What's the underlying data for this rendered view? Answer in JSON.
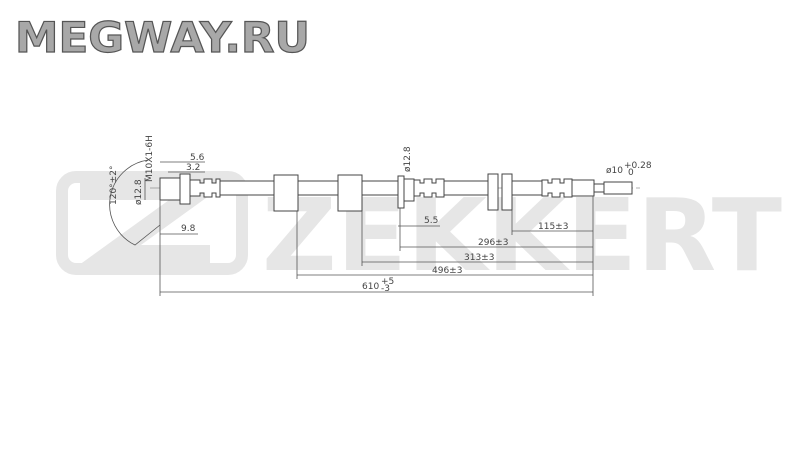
{
  "watermark": {
    "site": "MEGWAY.RU",
    "brand": "ZEKKERT"
  },
  "dimensions": {
    "thread": "M10X1-6H",
    "d_left": "ø12.8",
    "angle": "120°±2°",
    "w56": "5.6",
    "w32": "3.2",
    "w98": "9.8",
    "d_mid": "ø12.8",
    "w55": "5.5",
    "d_end": "ø10",
    "d_end_tol_upper": "+0.28",
    "d_end_tol_lower": "0",
    "l115": "115±3",
    "l296": "296±3",
    "l313": "313±3",
    "l496": "496±3",
    "l610": "610",
    "l610_tol_upper": "+5",
    "l610_tol_lower": "-3"
  },
  "colors": {
    "watermark": "#e6e6e6",
    "site_logo": "#a8a8a8",
    "lines": "#555555"
  }
}
